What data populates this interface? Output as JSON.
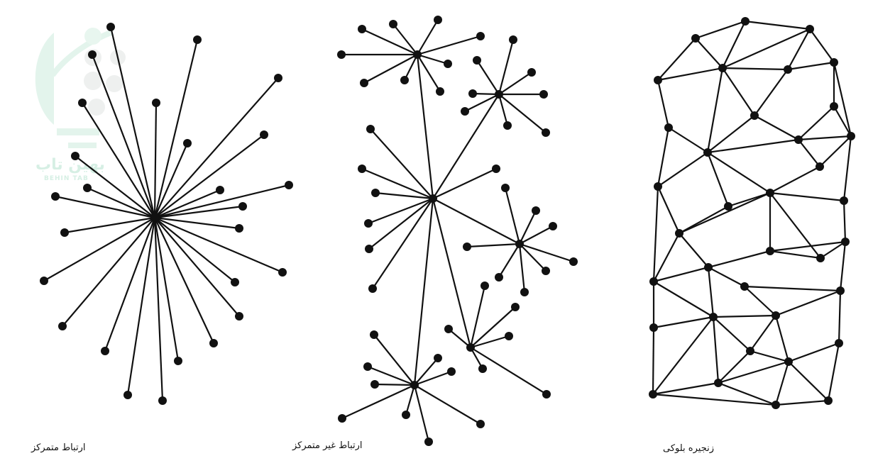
{
  "captions": {
    "centralized": "ارتباط متمرکز",
    "decentralized": "ارتباط غیر متمرکز",
    "distributed": "زنجیره بلوکی"
  },
  "watermark": {
    "text": "بهین تاب",
    "subtext": "BEHIN TAB",
    "color": "#d6efe4"
  },
  "colors": {
    "node": "#111111",
    "edge": "#111111"
  }
}
